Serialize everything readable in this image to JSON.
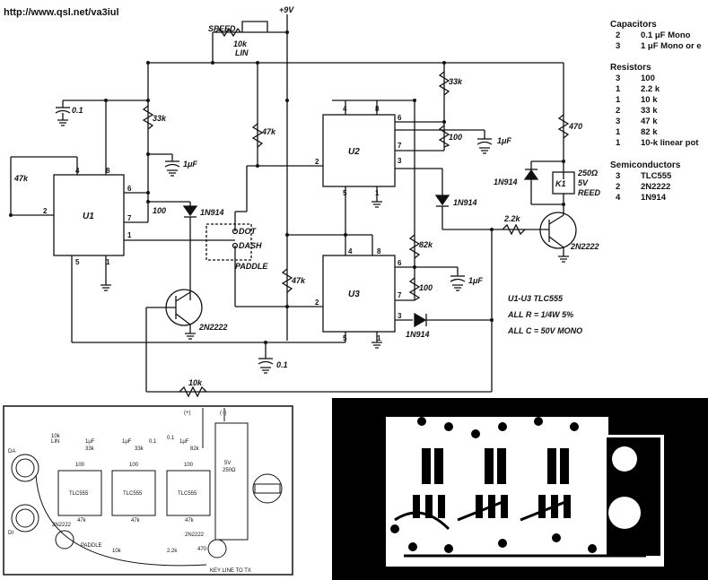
{
  "url": "http://www.qsl.net/va3iul",
  "supply": "+9V",
  "speed_pot": {
    "name": "SPEED",
    "value": "10k",
    "type": "LIN"
  },
  "chips": [
    "U1",
    "U2",
    "U3"
  ],
  "resistors": {
    "r_33k_top": "33k",
    "r_33k_u1": "33k",
    "r_47k_left": "47k",
    "r_47k_mid": "47k",
    "r_47k_u3": "47k",
    "r_100_u1": "100",
    "r_100_u2": "100",
    "r_100_u3": "100",
    "r_82k": "82k",
    "r_470": "470",
    "r_2k2": "2.2k",
    "r_10k_bottom": "10k"
  },
  "capacitors": {
    "c_01_left": "0.1",
    "c_1uf_u1": "1μF",
    "c_1uf_u2": "1μF",
    "c_1uf_u3": "1μF",
    "c_01_bottom": "0.1"
  },
  "diodes": {
    "d1": "1N914",
    "d2": "1N914",
    "d3": "1N914",
    "d4": "1N914"
  },
  "transistors": {
    "q1": "2N2222",
    "q2": "2N2222"
  },
  "relay": {
    "name": "K1",
    "ohms": "250Ω",
    "volts": "5V",
    "type": "REED"
  },
  "paddle": {
    "dot": "DOT",
    "dash": "DASH",
    "label": "PADDLE"
  },
  "notes": [
    "U1-U3  TLC555",
    "ALL R = 1/4W  5%",
    "ALL C = 50V MONO"
  ],
  "parts_list": {
    "capacitors": {
      "title": "Capacitors",
      "items": [
        [
          "2",
          "0.1 μF Mono"
        ],
        [
          "3",
          "1 μF Mono or e"
        ]
      ]
    },
    "resistors": {
      "title": "Resistors",
      "items": [
        [
          "3",
          "100"
        ],
        [
          "1",
          "2.2 k"
        ],
        [
          "1",
          "10 k"
        ],
        [
          "2",
          "33 k"
        ],
        [
          "3",
          "47 k"
        ],
        [
          "1",
          "82 k"
        ],
        [
          "1",
          "10-k linear pot"
        ]
      ]
    },
    "semiconductors": {
      "title": "Semiconductors",
      "items": [
        [
          "3",
          "TLC555"
        ],
        [
          "2",
          "2N2222"
        ],
        [
          "4",
          "1N914"
        ]
      ]
    }
  },
  "layout": {
    "plus": "(+)",
    "minus": "(−)",
    "ic_labels": [
      "TLC555",
      "TLC555",
      "TLC555"
    ],
    "key_line": "KEY LINE TO TX",
    "da": "DA",
    "di": "DI",
    "paddle": "PADDLE",
    "q_labels": [
      "2N2222",
      "2N2222"
    ],
    "relay": [
      "5V",
      "250Ω"
    ],
    "pot": [
      "10k",
      "LIN"
    ],
    "r100": [
      "100",
      "100",
      "100"
    ],
    "r47k": [
      "47k",
      "47k",
      "47k"
    ],
    "r10k": "10k",
    "r22k": "2.2k",
    "r470": "470",
    "caps": [
      "1μF",
      "33k",
      "1μF",
      "33k",
      "0.1",
      "0.1",
      "1μF",
      "82k"
    ]
  }
}
